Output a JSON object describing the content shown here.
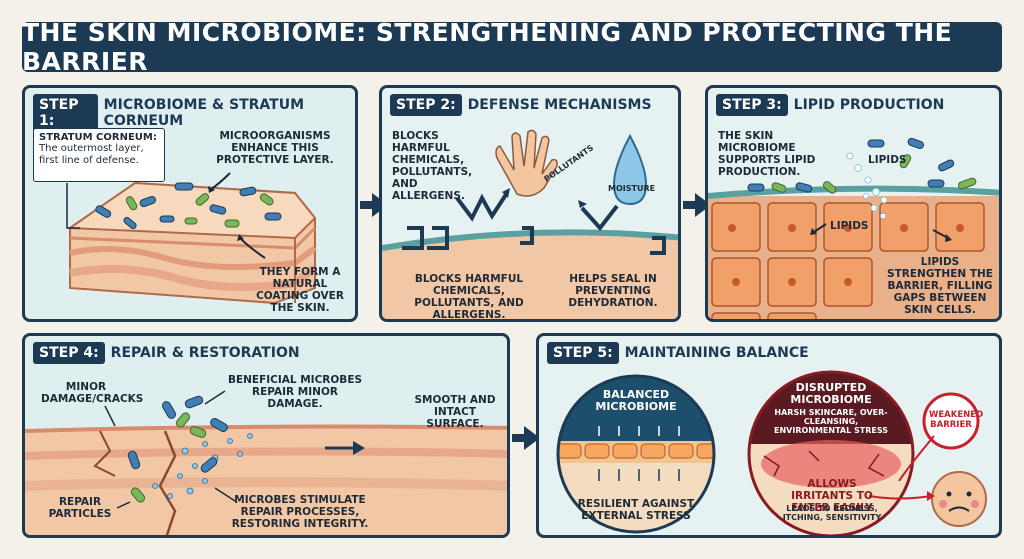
{
  "title": "THE SKIN MICROBIOME: STRENGTHENING AND PROTECTING THE BARRIER",
  "steps": [
    {
      "tag": "STEP 1:",
      "name": "MICROBIOME & STRATUM CORNEUM",
      "box_title": "STRATUM CORNEUM:",
      "box_text": "The outermost layer, first line of defense.",
      "label_top": "MICROORGANISMS ENHANCE THIS PROTECTIVE LAYER.",
      "label_bottom": "THEY FORM A NATURAL COATING OVER THE SKIN."
    },
    {
      "tag": "STEP 2:",
      "name": "DEFENSE MECHANISMS",
      "label_top": "BLOCKS HARMFUL CHEMICALS, POLLUTANTS, AND ALLERGENS.",
      "pollutants": "POLLUTANTS",
      "moisture": "MOISTURE",
      "label_bottom_left": "BLOCKS HARMFUL CHEMICALS, POLLUTANTS, AND ALLERGENS.",
      "label_bottom_right": "HELPS SEAL IN PREVENTING DEHYDRATION."
    },
    {
      "tag": "STEP 3:",
      "name": "LIPID PRODUCTION",
      "label_top": "THE SKIN MICROBIOME SUPPORTS LIPID PRODUCTION.",
      "lipids_top": "LIPIDS",
      "lipids_mid": "LIPIDS",
      "label_right": "LIPIDS STRENGTHEN THE BARRIER, FILLING GAPS BETWEEN SKIN CELLS."
    },
    {
      "tag": "STEP 4:",
      "name": "REPAIR & RESTORATION",
      "minor": "MINOR DAMAGE/CRACKS",
      "beneficial": "BENEFICIAL MICROBES REPAIR MINOR DAMAGE.",
      "smooth": "SMOOTH AND INTACT SURFACE.",
      "particles": "REPAIR PARTICLES",
      "stimulate": "MICROBES STIMULATE REPAIR PROCESSES, RESTORING INTEGRITY."
    },
    {
      "tag": "STEP 5:",
      "name": "MAINTAINING BALANCE",
      "balanced_title": "BALANCED MICROBIOME",
      "balanced_caption": "RESILIENT AGAINST EXTERNAL STRESS",
      "disrupted_title": "DISRUPTED MICROBIOME",
      "disrupted_sub": "HARSH SKINCARE, OVER-CLEANSING, ENVIRONMENTAL STRESS",
      "irritants": "ALLOWS IRRITANTS TO ENTER EASILY",
      "irritants_sub": "LEADS TO REDNESS, ITCHING, SENSITIVITY",
      "weakened": "WEAKENED BARRIER"
    }
  ],
  "colors": {
    "navy": "#1d3a55",
    "panel_bg": "#dfeeef",
    "skin": "#f1c7a6",
    "skin_dark": "#d98b6d",
    "microbe_blue": "#3f7fb5",
    "microbe_green": "#7cb65a",
    "cell": "#f0a068",
    "red": "#c8202a"
  }
}
